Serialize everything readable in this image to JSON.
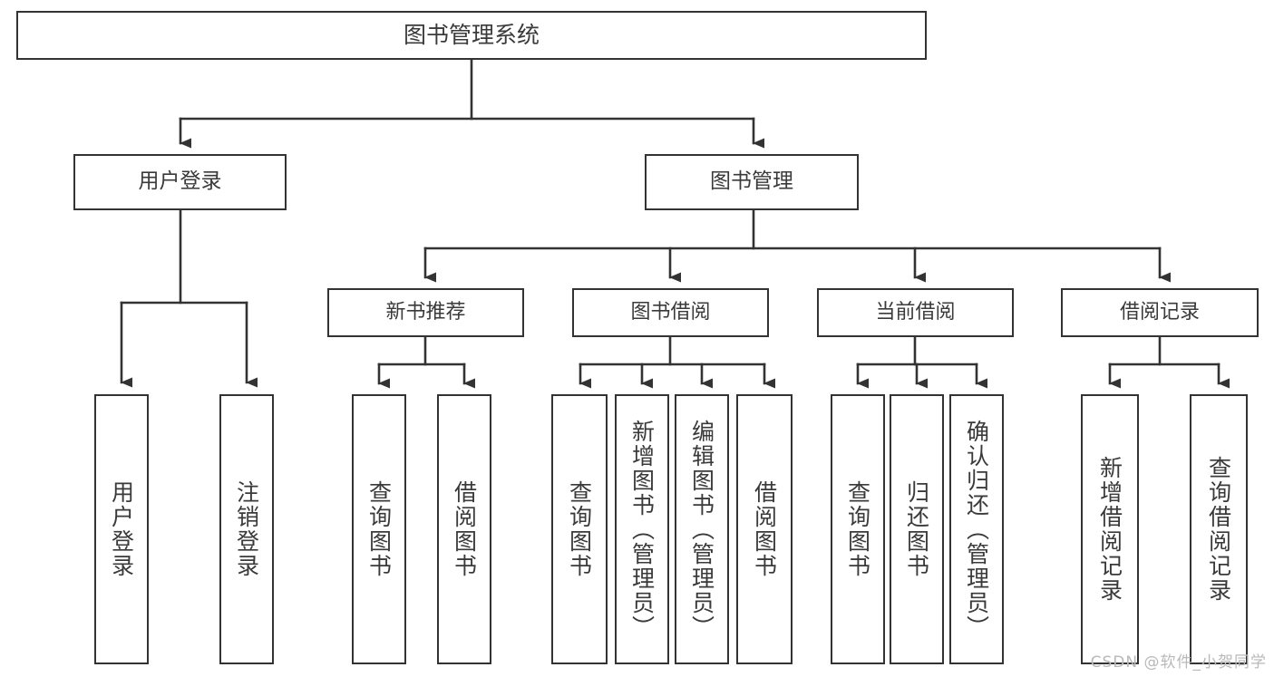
{
  "diagram": {
    "title": "图书管理系统",
    "type": "tree",
    "colors": {
      "box_border": "#333333",
      "box_fill": "#ffffff",
      "text": "#3a3a3a",
      "connector": "#333333",
      "watermark": "#b9b9b9",
      "background": "#ffffff"
    },
    "root": {
      "label": "图书管理系统"
    },
    "level2": [
      {
        "label": "用户登录"
      },
      {
        "label": "图书管理"
      }
    ],
    "level3": [
      {
        "label": "新书推荐"
      },
      {
        "label": "图书借阅"
      },
      {
        "label": "当前借阅"
      },
      {
        "label": "借阅记录"
      }
    ],
    "leaves": {
      "user_login": [
        {
          "label": "用户登录"
        },
        {
          "label": "注销登录"
        }
      ],
      "new_book_recommend": [
        {
          "label": "查询图书"
        },
        {
          "label": "借阅图书"
        }
      ],
      "book_borrow": [
        {
          "label": "查询图书"
        },
        {
          "label": "新增图书（管理员）"
        },
        {
          "label": "编辑图书（管理员）"
        },
        {
          "label": "借阅图书"
        }
      ],
      "current_borrow": [
        {
          "label": "查询图书"
        },
        {
          "label": "归还图书"
        },
        {
          "label": "确认归还（管理员）"
        }
      ],
      "borrow_record": [
        {
          "label": "新增借阅记录"
        },
        {
          "label": "查询借阅记录"
        }
      ]
    },
    "watermark": "CSDN @软件_小贺同学"
  }
}
